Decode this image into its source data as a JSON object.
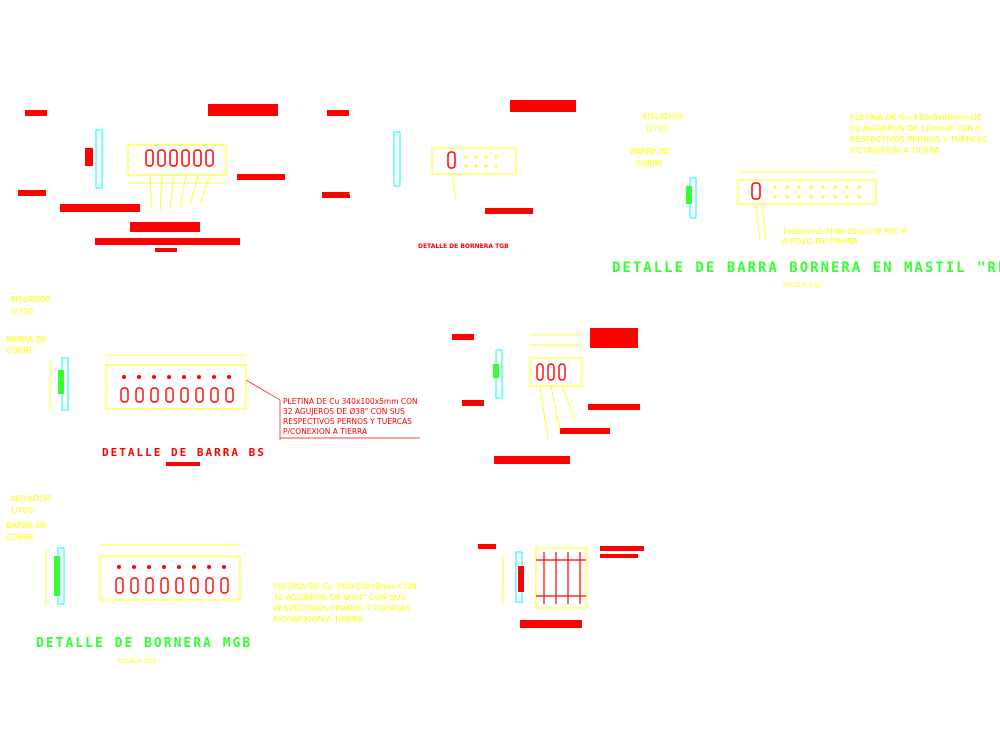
{
  "colors": {
    "red": "#ff0000",
    "yellow": "#ffff00",
    "green": "#33ff33",
    "cyan": "#00ffff",
    "white": "#ffffff",
    "background": "#ffffff"
  },
  "detail_rf": {
    "title": "DETALLE DE BARRA BORNERA EN MASTIL \"RF",
    "scale": "ESCALA 1/10",
    "aislador": "AISLADOR",
    "aislador_ratio": "1/700",
    "barra_label_1": "BARRA DE",
    "barra_label_2": "COBRE",
    "spec_1": "PLETINA DE Cu 330x8x80mm DE",
    "spec_2": "10 AGUJEROS DE 10mmØ CON S",
    "spec_3": "RESPECTIVOS PERNOS Y TUERCAS",
    "spec_4": "P/CONEXION A TIERRA",
    "cable_1": "1x50mm2 THW-25mm Ø PVC-P",
    "cable_2": "A POZO DE TIERRA"
  },
  "detail_bs": {
    "title": "DETALLE DE BARRA BS",
    "aislador": "AISLADOR",
    "aislador_ratio": "1/700",
    "barra_label_1": "BARRA DE",
    "barra_label_2": "COBRE",
    "spec_1": "PLETINA DE Cu 340x100x5mm CON",
    "spec_2": "32 AGUJEROS DE Ø38\" CON SUS",
    "spec_3": "RESPECTIVOS PERNOS Y TUERCAS",
    "spec_4": "P/CONEXION A TIERRA"
  },
  "detail_mgb": {
    "title": "DETALLE DE BORNERA MGB",
    "scale": "ESCALA 1/10",
    "aislador": "AISLADOR",
    "aislador_ratio": "1/700",
    "barra_label_1": "BARRA DE",
    "barra_label_2": "COBRE",
    "spec_1": "PLETINA DE Cu 340x100x8mm CON",
    "spec_2": "32 AGUJEROS DE Ø3/4\" CON SUS",
    "spec_3": "RESPECTIVOS PERNOS Y TUERCAS",
    "spec_4": "P/CONEXION A TIERRA"
  },
  "detail_top_mid": {
    "caption": "DETALLE DE BORNERA TGB"
  }
}
